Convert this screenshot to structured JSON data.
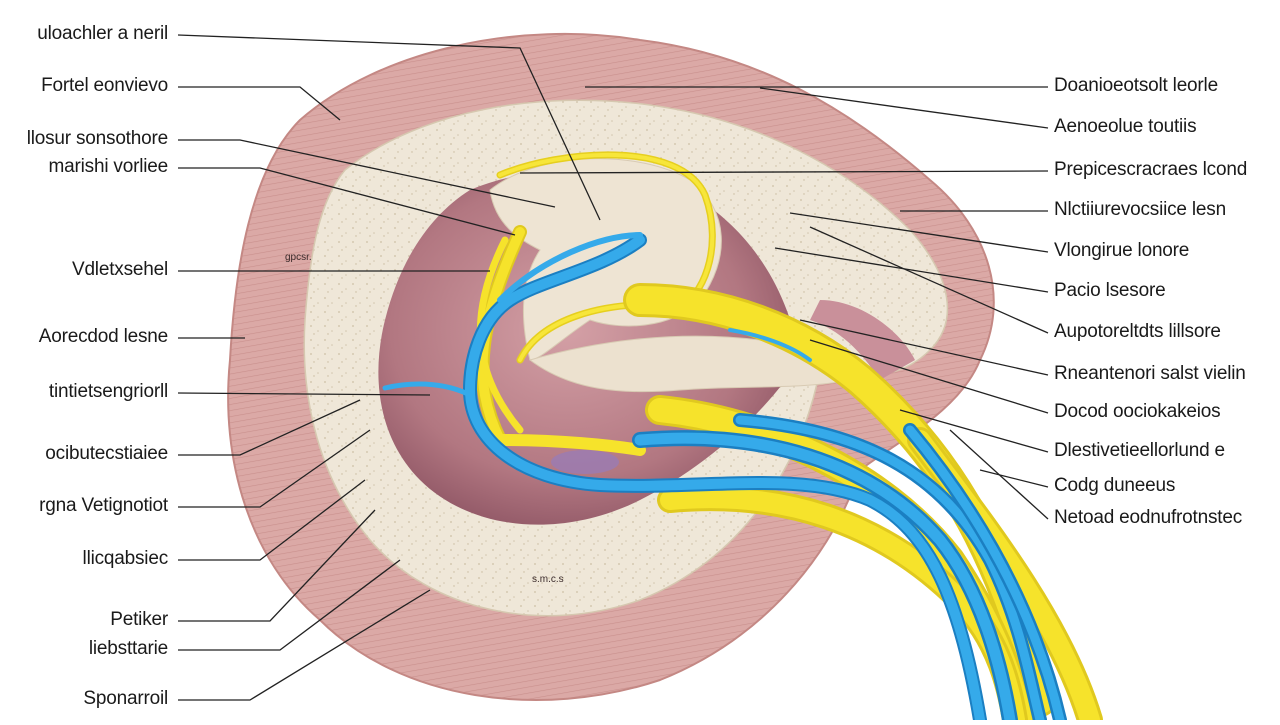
{
  "colors": {
    "background": "#ffffff",
    "outer_tissue": "#d9a7a4",
    "bone": "#efe6d6",
    "cavity": "#b87d87",
    "nerve_yellow": "#f6e32b",
    "nerve_blue": "#2ea3e3",
    "leader": "#222222"
  },
  "labels_left": [
    "uloachler a neril",
    "Fortel eonvievo",
    "llosur sonsothore",
    "marishi vorliee",
    "Vdletxsehel",
    "Aorecdod lesne",
    "tintietsengriorll",
    "ocibutecstiaiee",
    "rgna Vetignotiot",
    "llicqabsiec",
    "Petiker",
    "liebsttarie",
    "Sponarroil"
  ],
  "labels_right": [
    "Doanioeotsolt leorle",
    "Aenoeolue toutiis",
    "Prepicescracraes lcond",
    "Nlctiiurevocsiice lesn",
    "Vlongirue lonore",
    "Pacio lsesore",
    "Aupotoreltdts lillsore",
    "Rneantenori salst vielin",
    "Docod oociokakeios",
    "Dlestivetieellorlund e",
    "Codg duneeus",
    "Netoad eodnufrotnstec"
  ],
  "tiny_labels": [
    "gpcsr.",
    "s.m.c.s"
  ],
  "icons": [
    "nerve-bundle",
    "cochlea-cavity"
  ]
}
